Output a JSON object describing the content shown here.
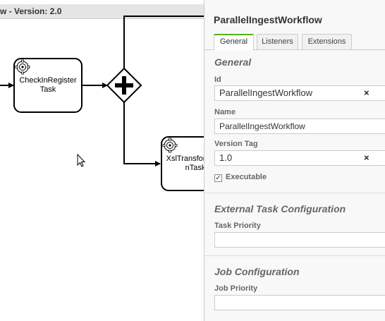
{
  "canvas": {
    "header_text": "w - Version: 2.0",
    "tasks": [
      {
        "label": "CheckInRegisterTask"
      },
      {
        "label": "XslTransformationTask"
      }
    ],
    "gateway_type": "parallel-gateway",
    "cursor": "arrow-cursor"
  },
  "panel": {
    "title": "ParallelIngestWorkflow",
    "tabs": [
      {
        "label": "General",
        "active": true
      },
      {
        "label": "Listeners",
        "active": false
      },
      {
        "label": "Extensions",
        "active": false
      }
    ],
    "general": {
      "section_title": "General",
      "id_label": "Id",
      "id_value": "ParallelIngestWorkflow",
      "name_label": "Name",
      "name_value": "ParallelIngestWorkflow",
      "version_tag_label": "Version Tag",
      "version_tag_value": "1.0",
      "executable_label": "Executable",
      "executable_checked": true,
      "clear_symbol": "×"
    },
    "external_task": {
      "section_title": "External Task Configuration",
      "task_priority_label": "Task Priority",
      "task_priority_value": ""
    },
    "job": {
      "section_title": "Job Configuration",
      "job_priority_label": "Job Priority",
      "job_priority_value": ""
    }
  },
  "colors": {
    "active_tab_accent": "#52b415",
    "panel_background": "#f8f8f8"
  }
}
